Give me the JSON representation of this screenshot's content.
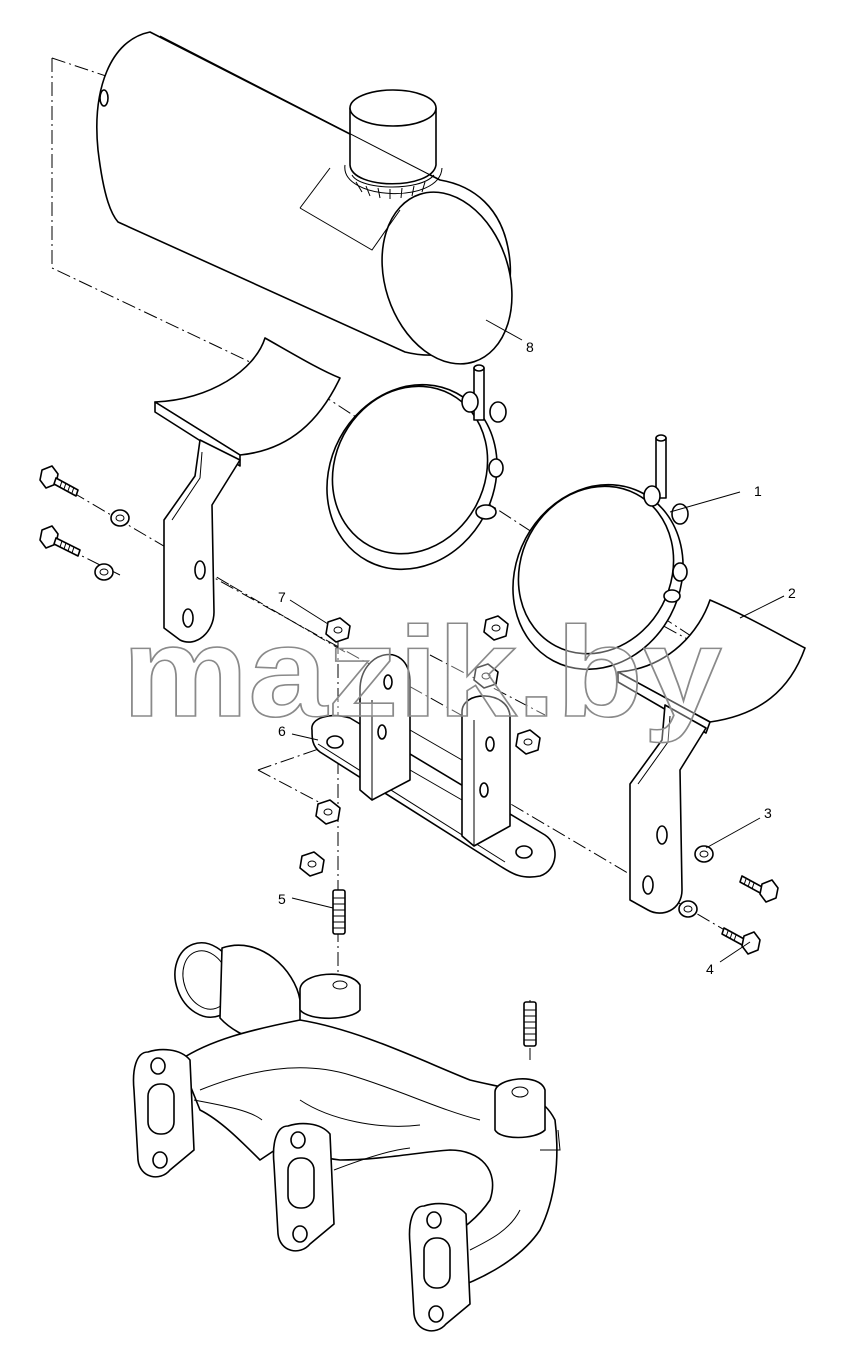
{
  "watermark": "mazik.by",
  "callouts": {
    "c1": "1",
    "c2": "2",
    "c3": "3",
    "c4": "4",
    "c5": "5",
    "c6": "6",
    "c7": "7",
    "c8": "8"
  }
}
